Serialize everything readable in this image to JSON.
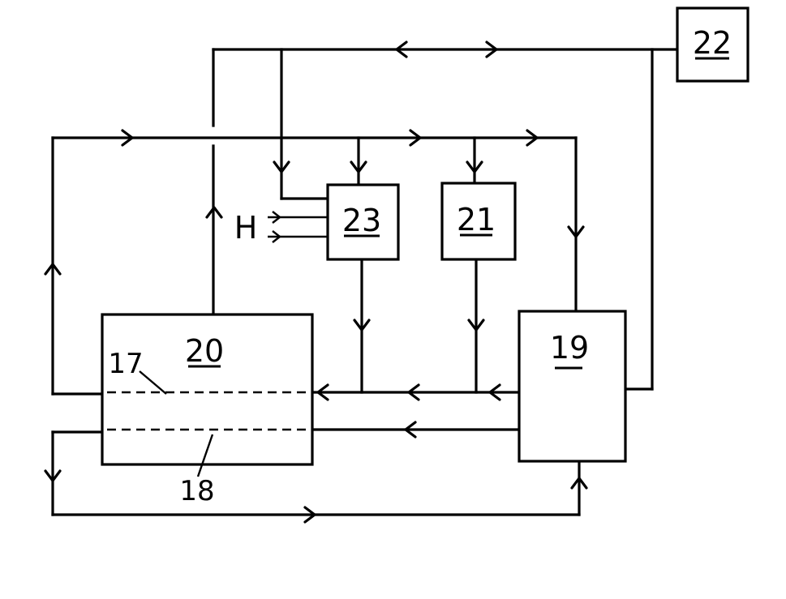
{
  "blocks": {
    "b22": "22",
    "b23": "23",
    "b21": "21",
    "b20": "20",
    "b19": "19"
  },
  "callouts": {
    "c17": "17",
    "c18": "18"
  },
  "input_label": "H"
}
